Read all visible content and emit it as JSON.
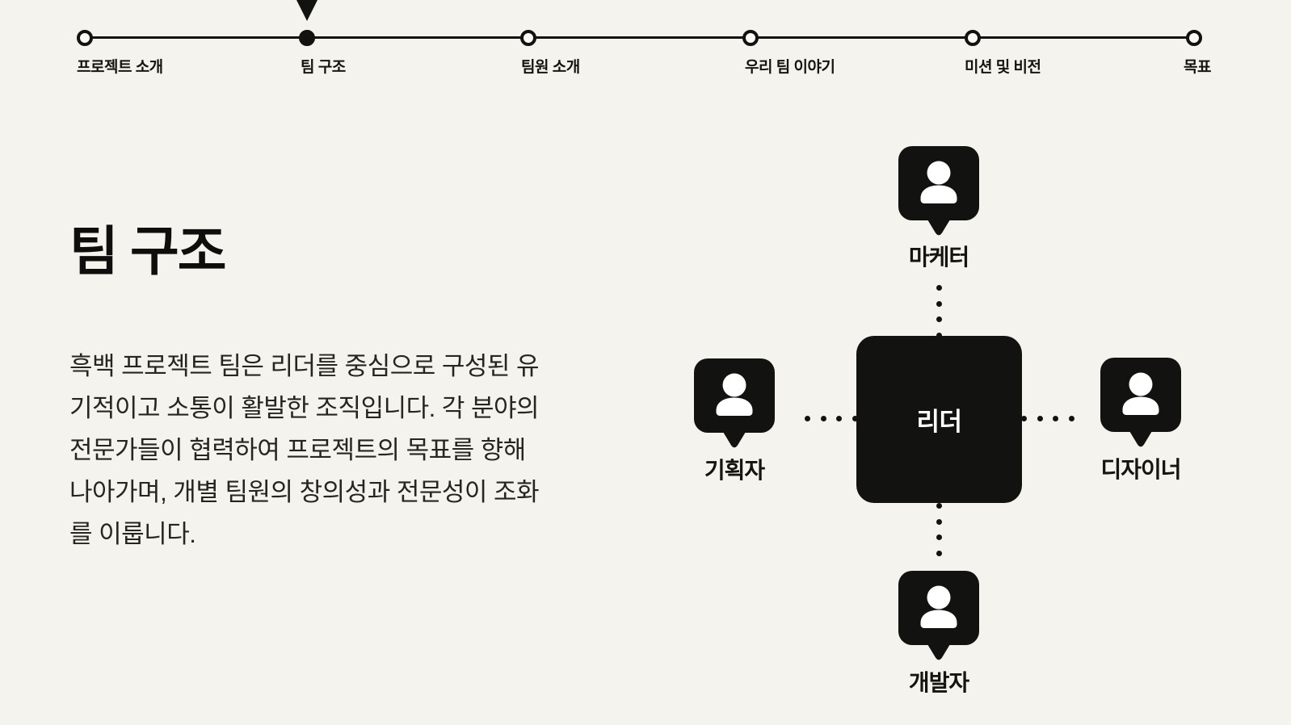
{
  "timeline": {
    "items": [
      {
        "label": "프로젝트 소개",
        "active": false
      },
      {
        "label": "팀 구조",
        "active": true
      },
      {
        "label": "팀원 소개",
        "active": false
      },
      {
        "label": "우리 팀 이야기",
        "active": false
      },
      {
        "label": "미션 및 비전",
        "active": false
      },
      {
        "label": "목표",
        "active": false
      }
    ]
  },
  "main": {
    "title": "팀 구조",
    "description": "흑백 프로젝트 팀은 리더를 중심으로 구성된 유기적이고 소통이 활발한 조직입니다. 각 분야의 전문가들이 협력하여 프로젝트의 목표를 향해 나아가며, 개별 팀원의 창의성과 전문성이 조화를 이룹니다."
  },
  "diagram": {
    "center": {
      "label": "리더"
    },
    "nodes": [
      {
        "label": "마케터",
        "position": "top"
      },
      {
        "label": "기획자",
        "position": "left"
      },
      {
        "label": "디자이너",
        "position": "right"
      },
      {
        "label": "개발자",
        "position": "bottom"
      }
    ]
  },
  "icons": {
    "person": "person-icon",
    "active_step": "triangle-down-indicator"
  },
  "colors": {
    "background": "#f5f3ee",
    "ink": "#121210",
    "leader_box": "#121210",
    "leader_text": "#ffffff"
  }
}
